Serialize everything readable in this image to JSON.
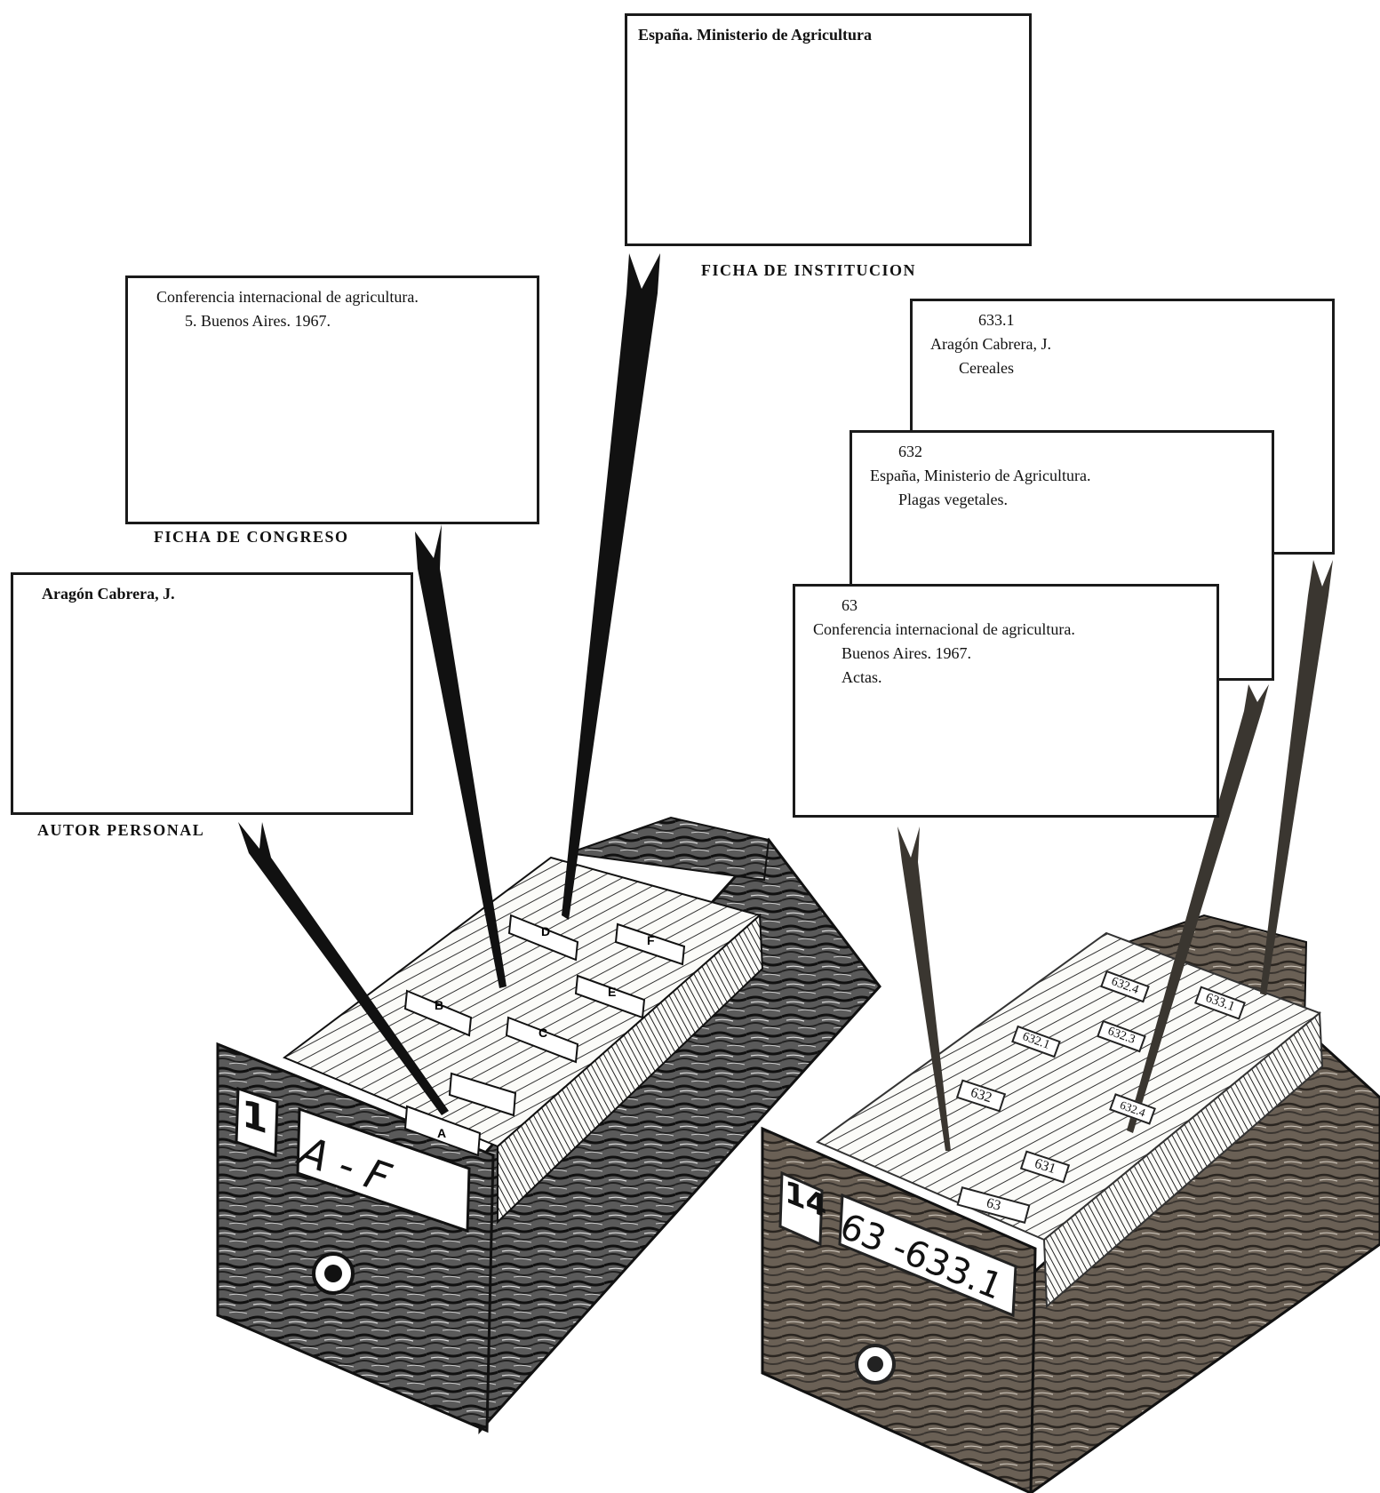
{
  "left_cabinet": {
    "cards": {
      "institucion": {
        "lines": [
          "España. Ministerio de Agricultura"
        ],
        "caption": "FICHA DE INSTITUCION"
      },
      "congreso": {
        "lines": [
          "Conferencia internacional de agricultura.",
          "5. Buenos Aires. 1967."
        ],
        "caption": "FICHA DE CONGRESO"
      },
      "autor": {
        "lines": [
          "Aragón Cabrera, J."
        ],
        "caption": "AUTOR PERSONAL"
      }
    },
    "drawer": {
      "number": "1",
      "range": "A - F",
      "guide_letters": [
        "A",
        "B",
        "C",
        "D",
        "E",
        "F"
      ]
    }
  },
  "right_cabinet": {
    "cards": {
      "c6331": {
        "lines": [
          "633.1",
          "Aragón Cabrera, J.",
          "Cereales"
        ]
      },
      "c632": {
        "lines": [
          "632",
          "España, Ministerio de Agricultura.",
          "Plagas vegetales."
        ]
      },
      "c63": {
        "lines": [
          "63",
          "Conferencia internacional de agricultura.",
          "Buenos Aires.  1967.",
          "Actas."
        ]
      }
    },
    "drawer": {
      "number": "14",
      "range": "63 -633.1",
      "guide_labels": [
        "63",
        "631",
        "632",
        "632.1",
        "632.3",
        "632.4",
        "633.1",
        "632.4"
      ]
    }
  }
}
